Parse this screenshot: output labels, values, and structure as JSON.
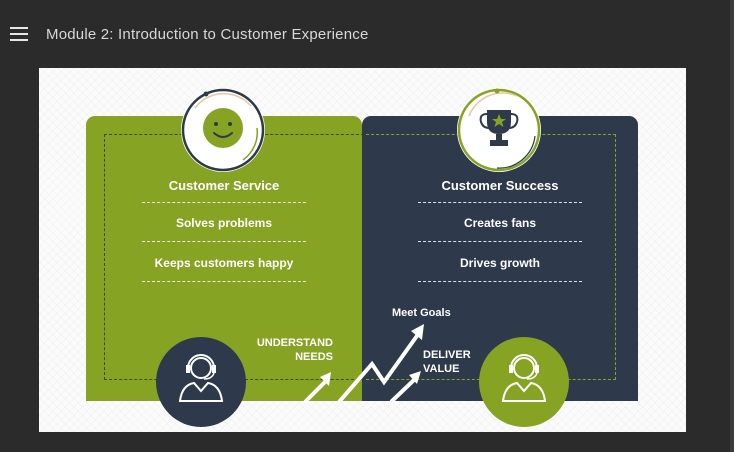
{
  "header": {
    "title": "Module 2: Introduction to Customer Experience",
    "menu_icon": "hamburger-menu-icon"
  },
  "slide": {
    "left_card": {
      "heading": "Customer Service",
      "items": [
        "Solves problems",
        "Keeps customers happy"
      ],
      "color": "#86a323",
      "icon": "smiley-face-icon"
    },
    "right_card": {
      "heading": "Customer Success",
      "items": [
        "Creates fans",
        "Drives growth"
      ],
      "color": "#2e3a4c",
      "icon": "trophy-icon"
    },
    "agent_icon": "headset-agent-icon",
    "labels": {
      "understand_needs": [
        "UNDERSTAND",
        "NEEDS"
      ],
      "meet_goals": "Meet Goals",
      "deliver_value": [
        "DELIVER",
        "VALUE"
      ]
    }
  }
}
